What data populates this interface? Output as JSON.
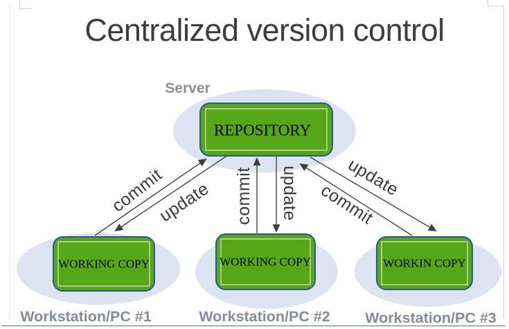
{
  "title": "Centralized version control",
  "server": {
    "label": "Server"
  },
  "repository": {
    "label": "REPOSITORY"
  },
  "workstations": [
    {
      "box_label": "WORKING COPY",
      "caption": "Workstation/PC #1"
    },
    {
      "box_label": "WORKING COPY",
      "caption": "Workstation/PC #2"
    },
    {
      "box_label": "WORKIN COPY",
      "caption": "Workstation/PC #3"
    }
  ],
  "arrows": {
    "left_commit": "commit",
    "left_update": "update",
    "middle_commit": "commit",
    "middle_update": "update",
    "right_update": "update",
    "right_commit": "commit"
  },
  "colors": {
    "box_fill": "#56a716",
    "box_border": "#2b5797",
    "box_inner_outline": "#d9ded9",
    "ellipse_fill": "#dce3f1",
    "arrow_line": "#444444",
    "title_text": "#3d3d3d",
    "caption_text": "#848c99",
    "server_text": "#8d8d8d"
  }
}
